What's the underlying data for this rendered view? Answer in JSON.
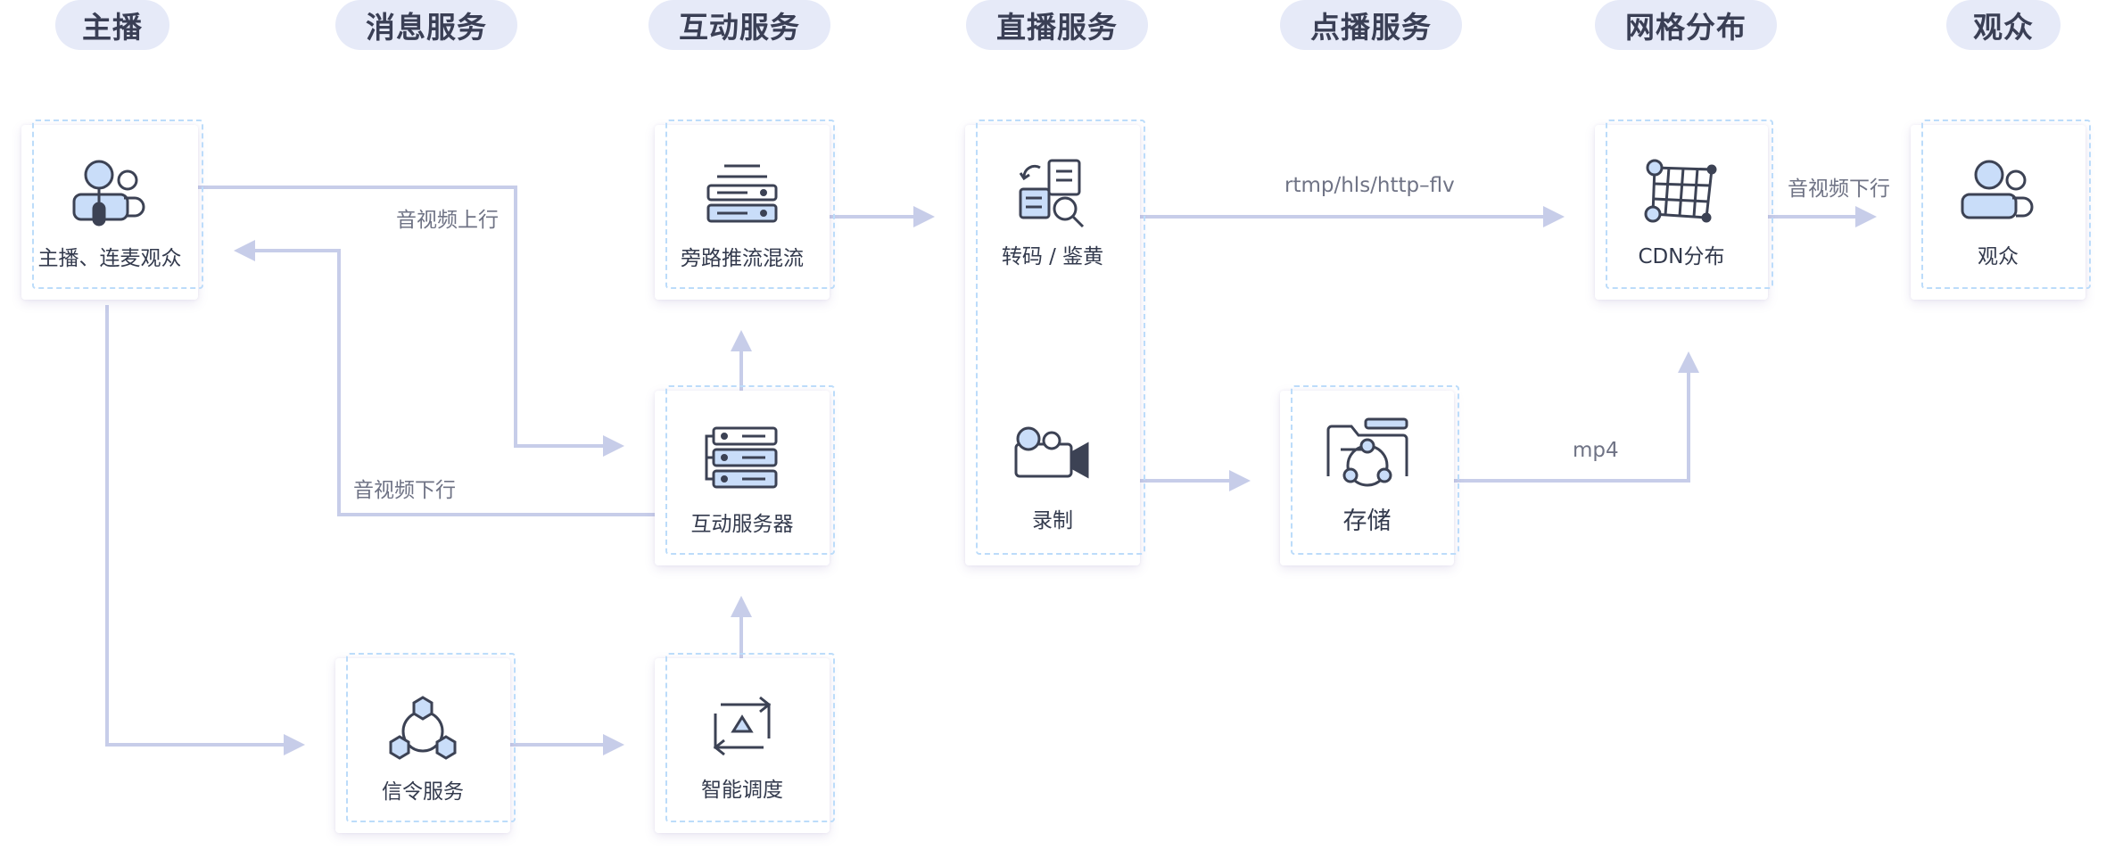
{
  "columns": [
    "主播",
    "消息服务",
    "互动服务",
    "直播服务",
    "点播服务",
    "网格分布",
    "观众"
  ],
  "nodes": {
    "anchor": "主播、连麦观众",
    "mix": "旁路推流混流",
    "interactive_server": "互动服务器",
    "signaling": "信令服务",
    "scheduling": "智能调度",
    "transcode": "转码 / 鉴黄",
    "record": "录制",
    "storage": "存储",
    "cdn": "CDN分布",
    "audience": "观众"
  },
  "edge_labels": {
    "uplink": "音视频上行",
    "downlink": "音视频下行",
    "protocols": "rtmp/hls/http–flv",
    "cdn_downlink": "音视频下行",
    "mp4": "mp4"
  },
  "colors": {
    "pill_bg": "#e6eaf8",
    "arrow": "#c7cde9",
    "dashed_border": "#bcdcfa",
    "icon_fill": "#c9ddf9",
    "icon_stroke": "#3c4254"
  }
}
